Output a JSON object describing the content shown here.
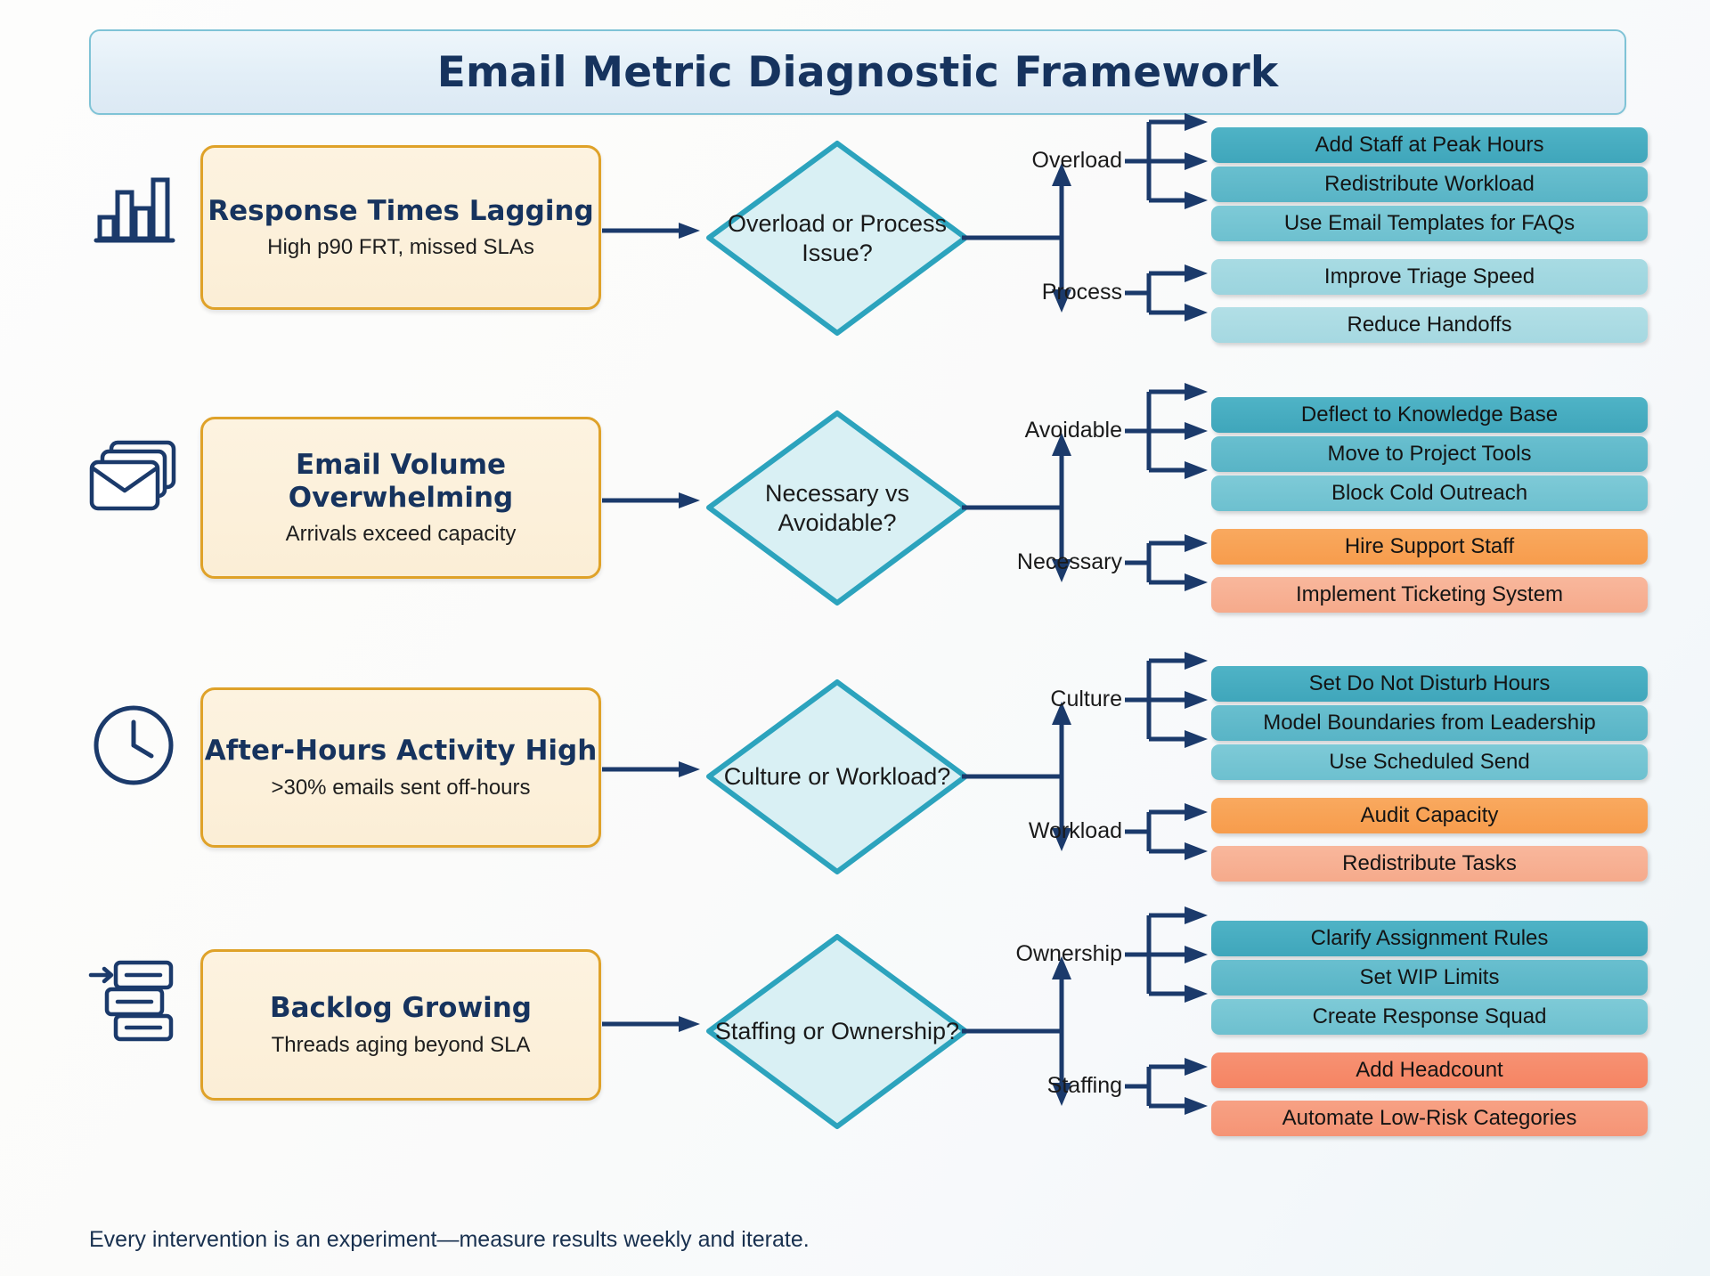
{
  "header": {
    "title": "Email Metric Diagnostic Framework"
  },
  "footer": {
    "note": "Every intervention is an experiment—measure results weekly and iterate."
  },
  "colors": {
    "title_text": "#16335e",
    "banner_border": "#7fc3d6",
    "problem_border": "#dfa229",
    "problem_fill": "#fbeed6",
    "diamond_border": "#2ca3bd",
    "diamond_fill": "#d9f0f4",
    "connector": "#1b3a6b",
    "pill_teal_dark": "#3fa6bb",
    "pill_teal_light": "#a5d8e1",
    "pill_orange": "#f79c4c",
    "pill_salmon": "#f6aa8b"
  },
  "rows": [
    {
      "icon": "bar-chart-icon",
      "problem": {
        "title": "Response Times Lagging",
        "detail": "High p90 FRT, missed SLAs"
      },
      "decision": "Overload or Process Issue?",
      "branches": [
        {
          "label": "Overload",
          "actions": [
            {
              "text": "Add Staff at Peak Hours",
              "tone": "t1"
            },
            {
              "text": "Redistribute Workload",
              "tone": "t2"
            },
            {
              "text": "Use Email Templates for FAQs",
              "tone": "t3"
            }
          ]
        },
        {
          "label": "Process",
          "actions": [
            {
              "text": "Improve Triage Speed",
              "tone": "t4"
            },
            {
              "text": "Reduce Handoffs",
              "tone": "t5"
            }
          ]
        }
      ]
    },
    {
      "icon": "envelope-stack-icon",
      "problem": {
        "title": "Email Volume Overwhelming",
        "detail": "Arrivals exceed capacity"
      },
      "decision": "Necessary vs Avoidable?",
      "branches": [
        {
          "label": "Avoidable",
          "actions": [
            {
              "text": "Deflect to Knowledge Base",
              "tone": "t1"
            },
            {
              "text": "Move to Project Tools",
              "tone": "t2"
            },
            {
              "text": "Block Cold Outreach",
              "tone": "t3"
            }
          ]
        },
        {
          "label": "Necessary",
          "actions": [
            {
              "text": "Hire Support Staff",
              "tone": "o1"
            },
            {
              "text": "Implement Ticketing System",
              "tone": "o2"
            }
          ]
        }
      ]
    },
    {
      "icon": "clock-icon",
      "problem": {
        "title": "After-Hours Activity High",
        "detail": ">30% emails sent off-hours"
      },
      "decision": "Culture or Workload?",
      "branches": [
        {
          "label": "Culture",
          "actions": [
            {
              "text": "Set Do Not Disturb Hours",
              "tone": "t1"
            },
            {
              "text": "Model Boundaries from Leadership",
              "tone": "t2"
            },
            {
              "text": "Use Scheduled Send",
              "tone": "t3"
            }
          ]
        },
        {
          "label": "Workload",
          "actions": [
            {
              "text": "Audit Capacity",
              "tone": "o1"
            },
            {
              "text": "Redistribute Tasks",
              "tone": "o2"
            }
          ]
        }
      ]
    },
    {
      "icon": "backlog-stack-icon",
      "problem": {
        "title": "Backlog Growing",
        "detail": "Threads aging beyond SLA"
      },
      "decision": "Staffing or Ownership?",
      "branches": [
        {
          "label": "Ownership",
          "actions": [
            {
              "text": "Clarify Assignment Rules",
              "tone": "t1"
            },
            {
              "text": "Set WIP Limits",
              "tone": "t2"
            },
            {
              "text": "Create Response Squad",
              "tone": "t3"
            }
          ]
        },
        {
          "label": "Staffing",
          "actions": [
            {
              "text": "Add Headcount",
              "tone": "o3"
            },
            {
              "text": "Automate Low-Risk Categories",
              "tone": "o4"
            }
          ]
        }
      ]
    }
  ]
}
